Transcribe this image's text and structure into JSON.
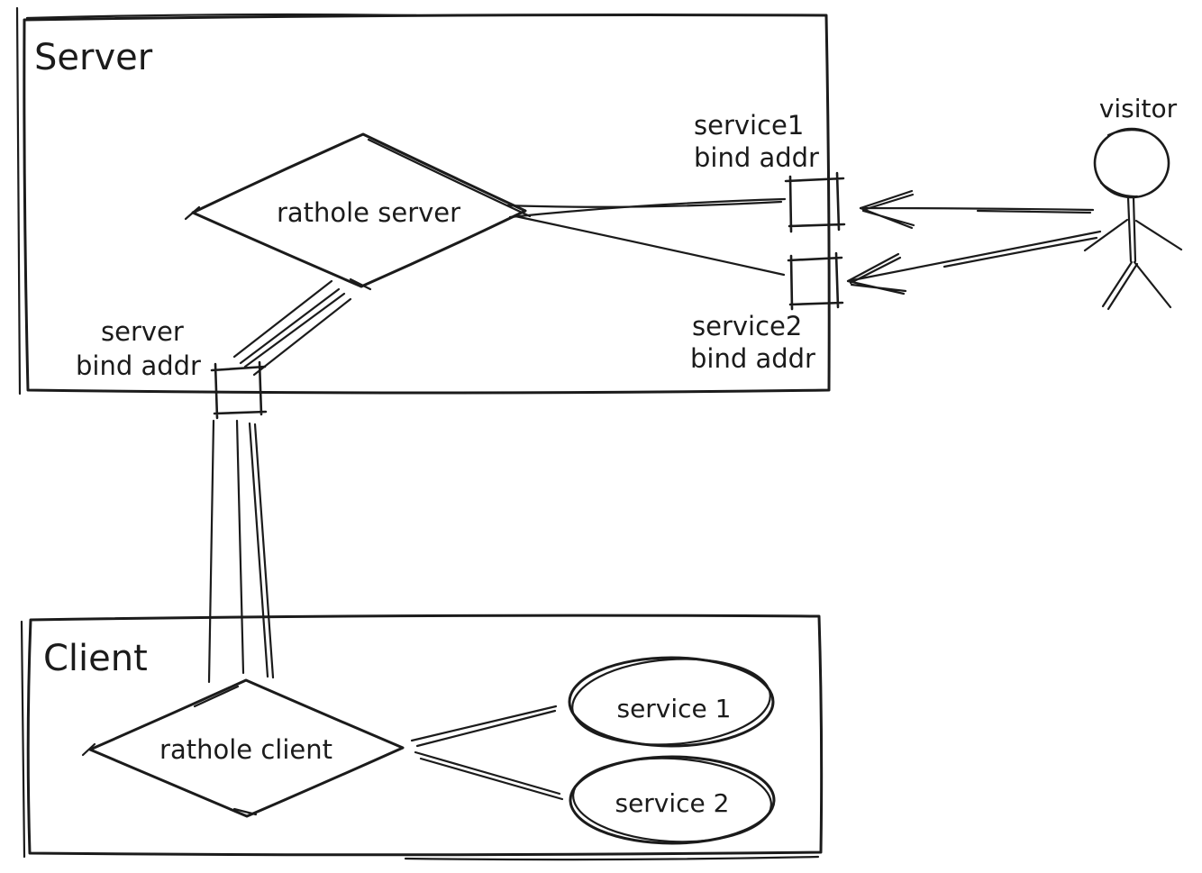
{
  "diagram": {
    "ink_color": "#1b1b1b",
    "background_color": "#ffffff",
    "server_box": {
      "label": "Server"
    },
    "client_box": {
      "label": "Client"
    },
    "nodes": {
      "rathole_server": "rathole server",
      "rathole_client": "rathole client",
      "service1": "service 1",
      "service2": "service 2"
    },
    "labels": {
      "service1_bind": {
        "line1": "service1",
        "line2": "bind addr"
      },
      "service2_bind": {
        "line1": "service2",
        "line2": "bind addr"
      },
      "server_bind": {
        "line1": "server",
        "line2": "bind addr"
      },
      "visitor": "visitor"
    }
  }
}
